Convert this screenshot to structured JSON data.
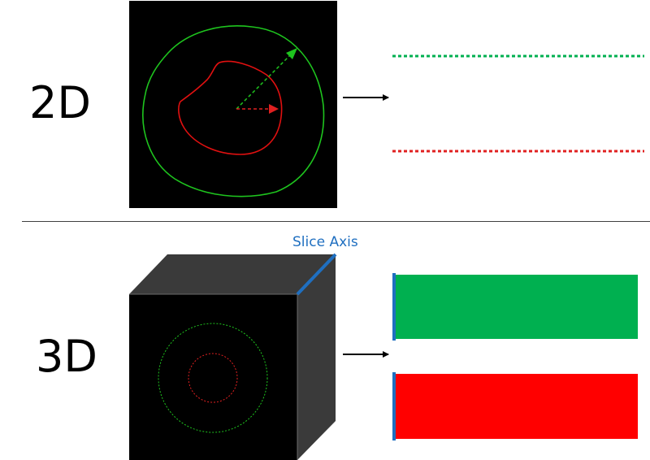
{
  "labels": {
    "two_d": "2D",
    "three_d": "3D",
    "slice_axis": "Slice Axis"
  },
  "colors": {
    "outer_contour": "#1ec41e",
    "inner_contour": "#e01010",
    "green_band": "#00b050",
    "red_band": "#ff0000",
    "slice_axis": "#1f6fc0",
    "dotted_green": "#00b050",
    "dotted_red": "#e02020"
  }
}
